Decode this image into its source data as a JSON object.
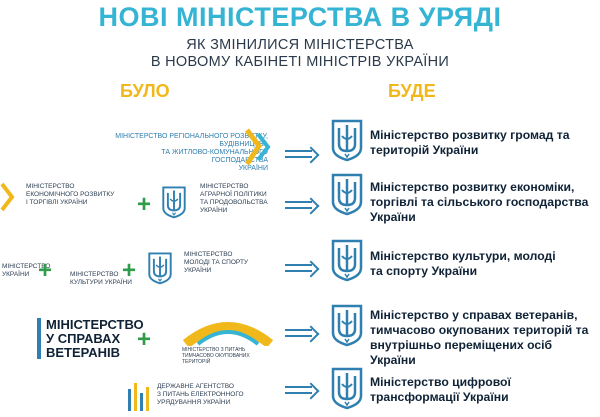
{
  "header": {
    "title": "НОВІ МІНІСТЕРСТВА В УРЯДІ",
    "subtitle_line1": "ЯК ЗМІНИЛИСЯ МІНІСТЕРСТВА",
    "subtitle_line2": "В НОВОМУ КАБІНЕТІ МІНІСТРІВ УКРАЇНИ"
  },
  "columns": {
    "before": "БУЛО",
    "after": "БУДЕ"
  },
  "rows": [
    {
      "old": [
        {
          "text_l1": "Міністерство регіонального розвитку,",
          "text_l2": "будівництва",
          "text_l3": "та житлово-комунального господарства",
          "text_l4": "України"
        }
      ],
      "new_l1": "Міністерство розвитку громад та",
      "new_l2": "територій України",
      "new_l3": ""
    },
    {
      "old": [
        {
          "text_l1": "Міністерство",
          "text_l2": "економічного розвитку",
          "text_l3": "і торгівлі України"
        },
        {
          "text_l1": "Міністерство",
          "text_l2": "аграрної політики",
          "text_l3": "та продовольства",
          "text_l4": "України"
        }
      ],
      "new_l1": "Міністерство розвитку економіки,",
      "new_l2": "торгівлі та сільського господарства",
      "new_l3": "України"
    },
    {
      "old": [
        {
          "text_l1": "Міністерство",
          "text_l2": "України"
        },
        {
          "text_l1": "Міністерство",
          "text_l2": "культури України"
        },
        {
          "text_l1": "Міністерство",
          "text_l2": "молоді та спорту",
          "text_l3": "України"
        }
      ],
      "new_l1": "Міністерство культури, молоді",
      "new_l2": "та спорту України",
      "new_l3": ""
    },
    {
      "old": [
        {
          "text_l1": "Міністерство",
          "text_l2": "у справах",
          "text_l3": "ветеранів"
        },
        {
          "text_l1": "Міністерство з питань тимчасово окупованих територій"
        }
      ],
      "new_l1": "Міністерство у справах ветеранів,",
      "new_l2": "тимчасово окупованих територій та",
      "new_l3": "внутрішньо переміщених осіб України"
    },
    {
      "old": [
        {
          "text_l1": "Державне агентство",
          "text_l2": "з питань електронного",
          "text_l3": "урядування України"
        }
      ],
      "new_l1": "Міністерство цифрової",
      "new_l2": "трансформації України",
      "new_l3": ""
    }
  ],
  "colors": {
    "title": "#35b4d4",
    "accent_yellow": "#f1b81b",
    "accent_blue": "#2f7fb0",
    "plus_green": "#2f9c4a",
    "text_dark": "#0f2236"
  },
  "icons": [
    "trident-emblem-icon",
    "arrow-right-icon",
    "plus-icon"
  ]
}
